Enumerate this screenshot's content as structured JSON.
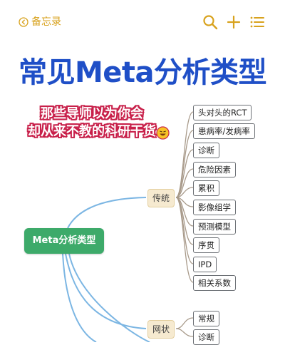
{
  "app": {
    "back_label": "备忘录",
    "icons": [
      "back-chevron-icon",
      "search-icon",
      "plus-icon",
      "list-icon"
    ],
    "accent_color": "#d8a21d"
  },
  "headline": "常见Meta分析类型",
  "tagline": {
    "line1": "那些导师以为你会",
    "line2": "却从来不教的科研干货",
    "emoji": "grinning-face-icon"
  },
  "mindmap": {
    "root": "Meta分析类型",
    "branches": [
      {
        "label": "传统",
        "leaves": [
          "头对头的RCT",
          "患病率/发病率",
          "诊断",
          "危险因素",
          "累积",
          "影像组学",
          "预测模型",
          "序贯",
          "IPD",
          "相关系数"
        ]
      },
      {
        "label": "网状",
        "leaves": [
          "常规",
          "诊断"
        ]
      }
    ]
  }
}
